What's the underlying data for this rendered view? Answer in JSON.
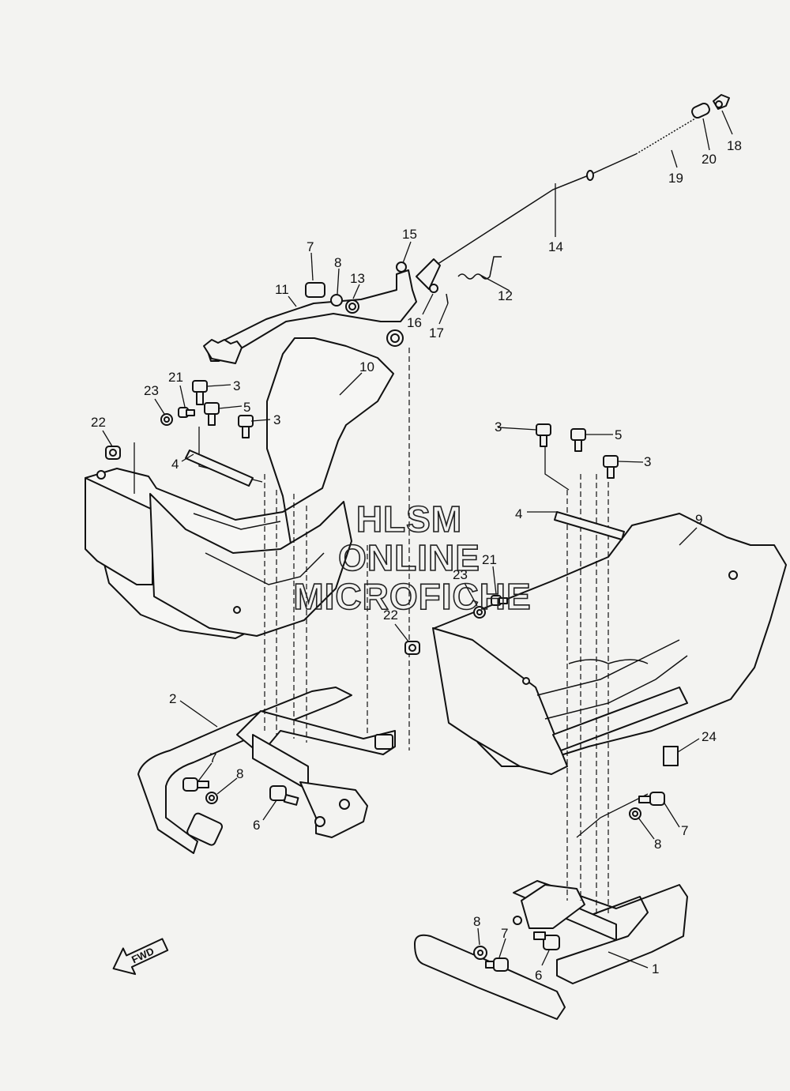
{
  "diagram": {
    "callouts": [
      {
        "id": "c1",
        "label": "1"
      },
      {
        "id": "c2",
        "label": "2"
      },
      {
        "id": "c3a",
        "label": "3"
      },
      {
        "id": "c3b",
        "label": "3"
      },
      {
        "id": "c3c",
        "label": "3"
      },
      {
        "id": "c3d",
        "label": "3"
      },
      {
        "id": "c4a",
        "label": "4"
      },
      {
        "id": "c4b",
        "label": "4"
      },
      {
        "id": "c5a",
        "label": "5"
      },
      {
        "id": "c5b",
        "label": "5"
      },
      {
        "id": "c6a",
        "label": "6"
      },
      {
        "id": "c6b",
        "label": "6"
      },
      {
        "id": "c7a",
        "label": "7"
      },
      {
        "id": "c7b",
        "label": "7"
      },
      {
        "id": "c7c",
        "label": "7"
      },
      {
        "id": "c7d",
        "label": "7"
      },
      {
        "id": "c8a",
        "label": "8"
      },
      {
        "id": "c8b",
        "label": "8"
      },
      {
        "id": "c8c",
        "label": "8"
      },
      {
        "id": "c8d",
        "label": "8"
      },
      {
        "id": "c9",
        "label": "9"
      },
      {
        "id": "c10",
        "label": "10"
      },
      {
        "id": "c11",
        "label": "11"
      },
      {
        "id": "c12",
        "label": "12"
      },
      {
        "id": "c13",
        "label": "13"
      },
      {
        "id": "c14",
        "label": "14"
      },
      {
        "id": "c15",
        "label": "15"
      },
      {
        "id": "c16",
        "label": "16"
      },
      {
        "id": "c17",
        "label": "17"
      },
      {
        "id": "c18",
        "label": "18"
      },
      {
        "id": "c19",
        "label": "19"
      },
      {
        "id": "c20",
        "label": "20"
      },
      {
        "id": "c21a",
        "label": "21"
      },
      {
        "id": "c21b",
        "label": "21"
      },
      {
        "id": "c22a",
        "label": "22"
      },
      {
        "id": "c22b",
        "label": "22"
      },
      {
        "id": "c23a",
        "label": "23"
      },
      {
        "id": "c23b",
        "label": "23"
      },
      {
        "id": "c24",
        "label": "24"
      }
    ],
    "watermark": [
      "HLSM",
      "ONLINE",
      "MICROFICHE"
    ],
    "fwd_label": "FWD"
  }
}
